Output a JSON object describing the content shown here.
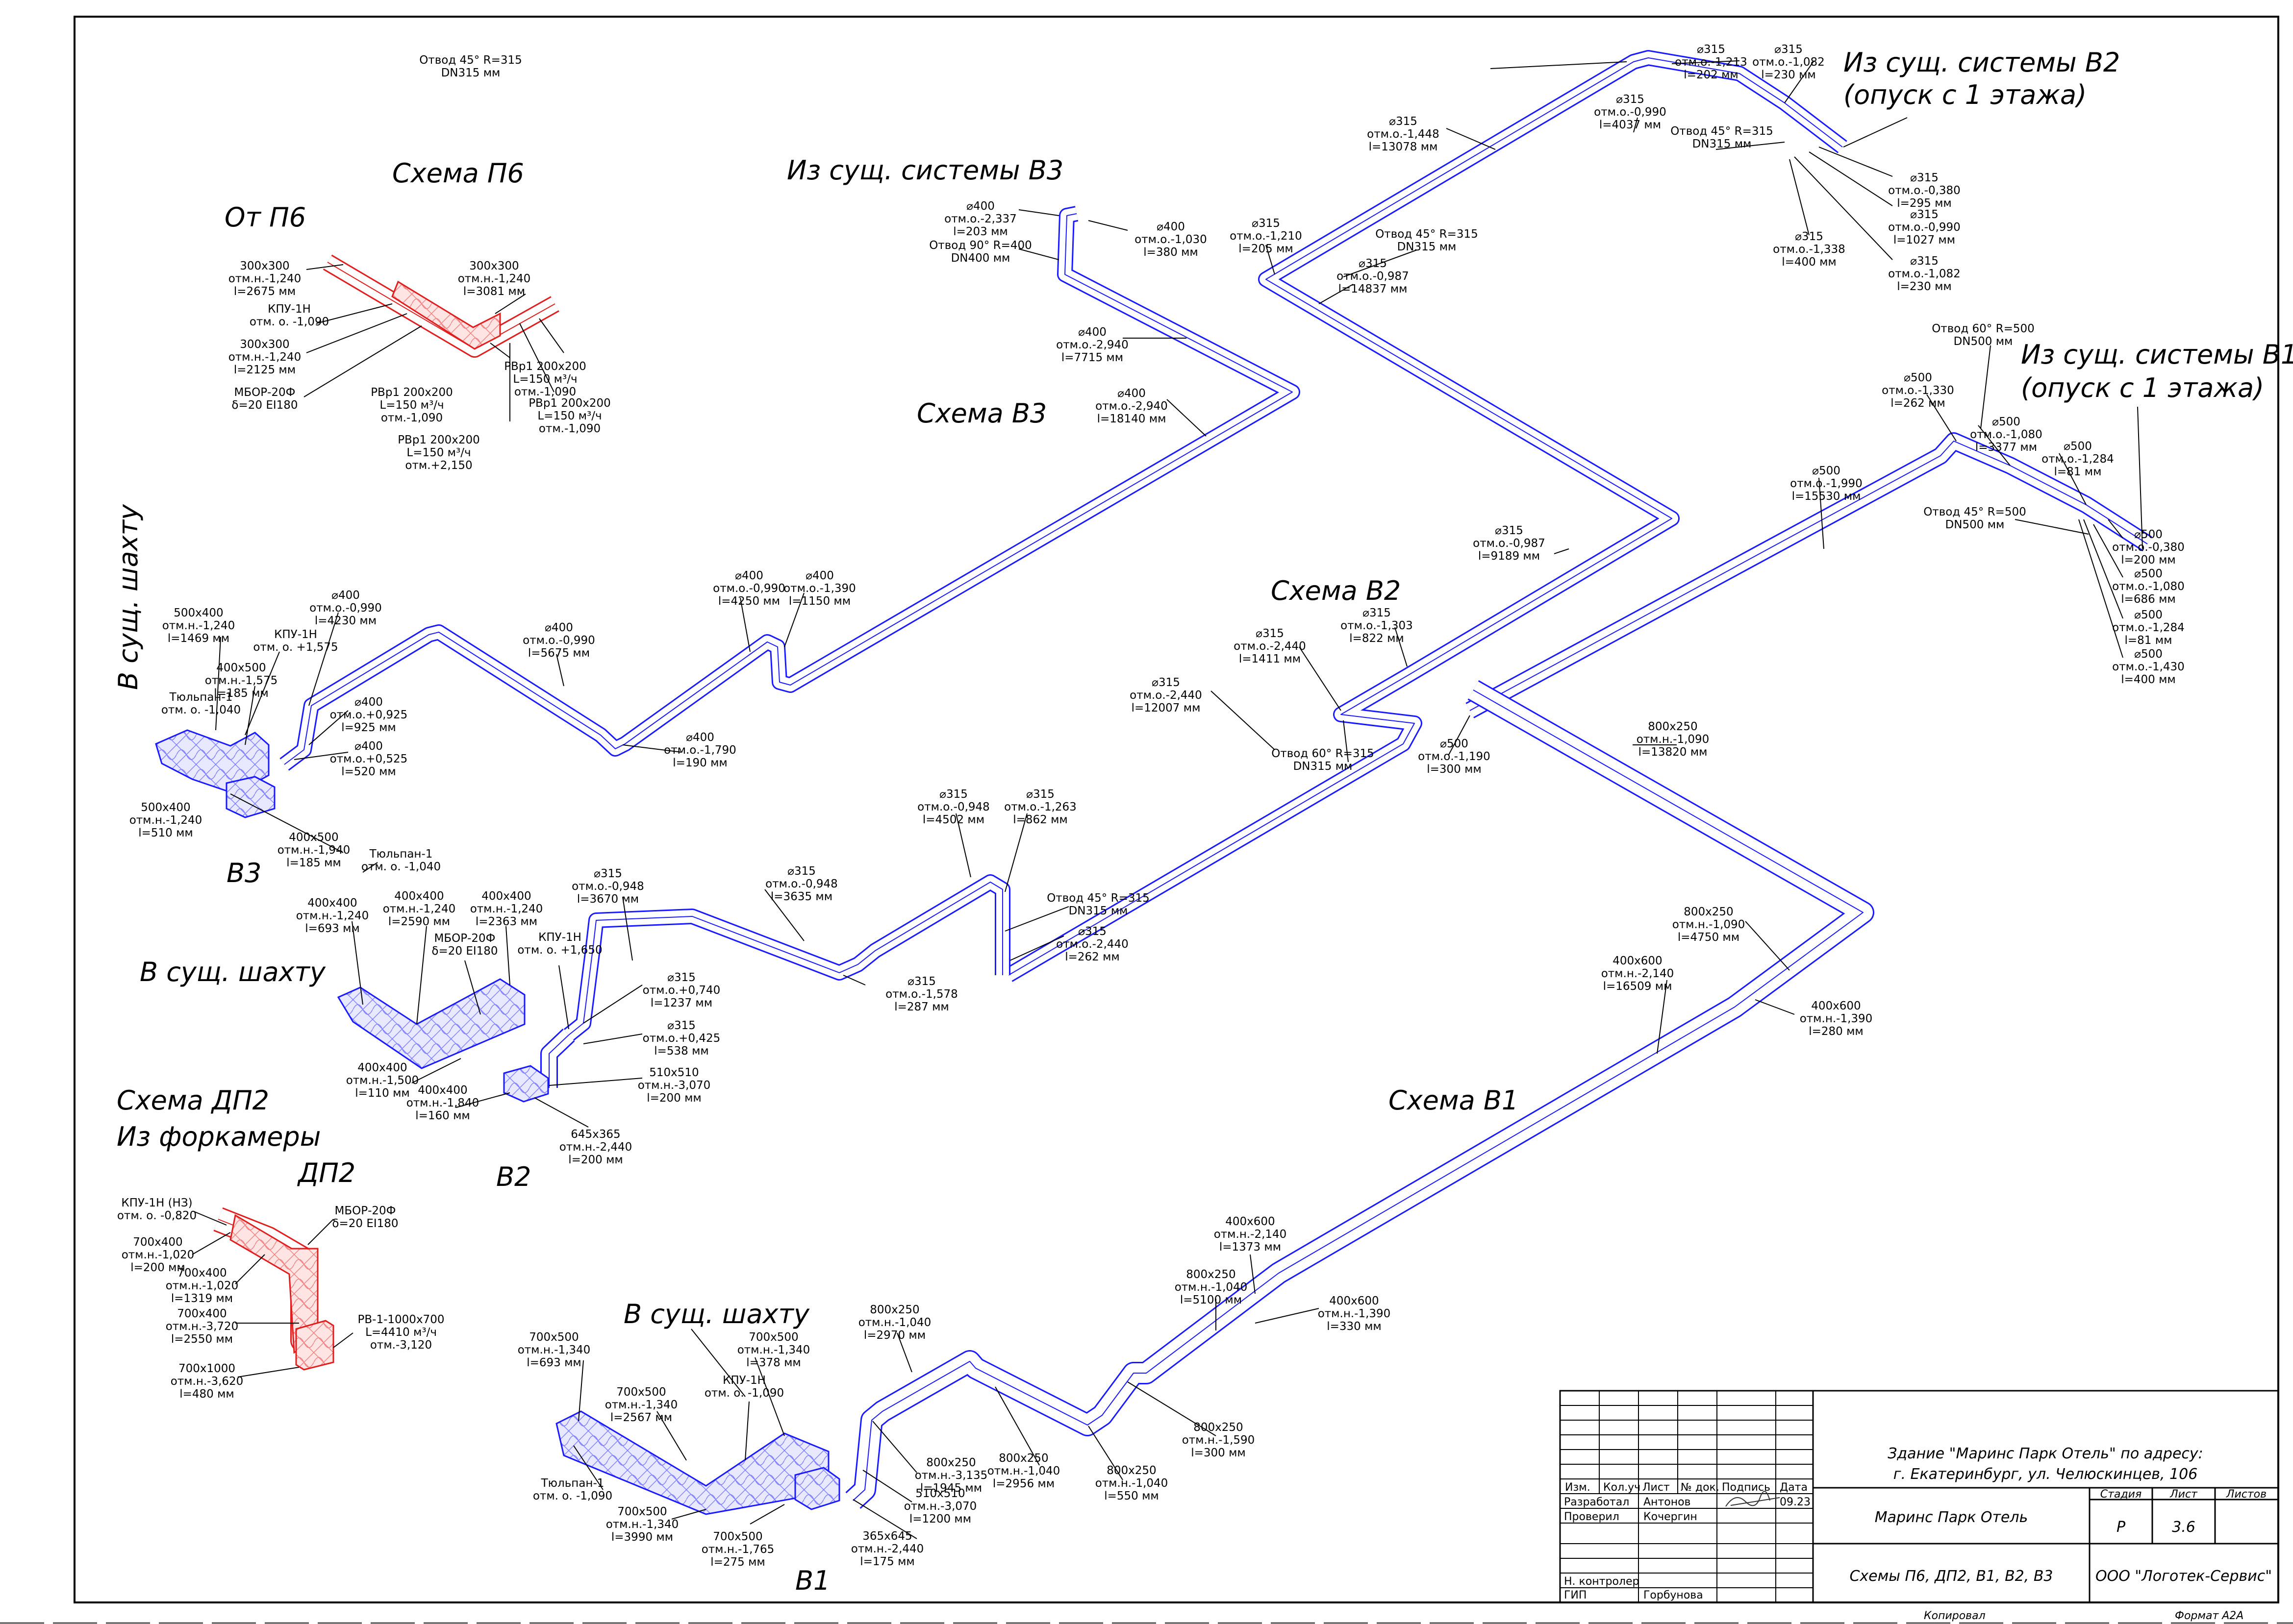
{
  "colors": {
    "duct": "#1a1aff",
    "supply": "#e01e1e",
    "ink": "#000000",
    "fill_blue": "#e8e8ff",
    "fill_red": "#ffe4e4"
  },
  "titles": {
    "p6": "Схема П6",
    "ot_p6": "От П6",
    "v3_from": "Из сущ. системы В3",
    "v3": "Схема В3",
    "v2_from_1": "Из сущ. системы В2",
    "v2_from_2": "(опуск с 1 этажа)",
    "v1_from_1": "Из сущ. системы В1",
    "v1_from_2": "(опуск с 1 этажа)",
    "v2": "Схема В2",
    "v1": "Схема В1",
    "dp2_1": "Схема ДП2",
    "dp2_2": "Из форкамеры",
    "dp2": "ДП2",
    "shaft_v3": "В сущ. шахту",
    "shaft_v2": "В сущ. шахту",
    "shaft_v1": "В сущ. шахту",
    "tag_v3": "В3",
    "tag_v2": "В2",
    "tag_v1": "В1"
  },
  "labels": [
    {
      "lines": [
        "Отвод 45° R=315",
        "DN315 мм"
      ]
    },
    {
      "lines": [
        "⌀315",
        "отм.о.-1,213",
        "l=202 мм"
      ]
    },
    {
      "lines": [
        "⌀315",
        "отм.о.-1,082",
        "l=230 мм"
      ]
    },
    {
      "lines": [
        "⌀315",
        "отм.о.-1,448",
        "l=13078 мм"
      ]
    },
    {
      "lines": [
        "⌀315",
        "отм.о.-0,990",
        "l=4037 мм"
      ]
    },
    {
      "lines": [
        "Отвод 45° R=315",
        "DN315 мм"
      ]
    },
    {
      "lines": [
        "⌀315",
        "отм.о.-0,380",
        "l=295 мм"
      ]
    },
    {
      "lines": [
        "⌀315",
        "отм.о.-0,990",
        "l=1027 мм"
      ]
    },
    {
      "lines": [
        "⌀315",
        "отм.о.-1,338",
        "l=400 мм"
      ]
    },
    {
      "lines": [
        "⌀315",
        "отм.о.-1,082",
        "l=230 мм"
      ]
    },
    {
      "lines": [
        "⌀315",
        "отм.о.-1,210",
        "l=205 мм"
      ]
    },
    {
      "lines": [
        "Отвод 45° R=315",
        "DN315 мм"
      ]
    },
    {
      "lines": [
        "⌀315",
        "отм.о.-0,987",
        "l=14837 мм"
      ]
    },
    {
      "lines": [
        "⌀400",
        "отм.о.-2,337",
        "l=203 мм"
      ]
    },
    {
      "lines": [
        "Отвод 90° R=400",
        "DN400 мм"
      ]
    },
    {
      "lines": [
        "⌀400",
        "отм.о.-1,030",
        "l=380 мм"
      ]
    },
    {
      "lines": [
        "⌀400",
        "отм.о.-2,940",
        "l=7715 мм"
      ]
    },
    {
      "lines": [
        "⌀400",
        "отм.о.-2,940",
        "l=18140 мм"
      ]
    },
    {
      "lines": [
        "Отвод 60° R=500",
        "DN500 мм"
      ]
    },
    {
      "lines": [
        "⌀500",
        "отм.о.-1,330",
        "l=262 мм"
      ]
    },
    {
      "lines": [
        "⌀500",
        "отм.о.-1,080",
        "l=3377 мм"
      ]
    },
    {
      "lines": [
        "⌀500",
        "отм.о.-1,284",
        "l=81 мм"
      ]
    },
    {
      "lines": [
        "⌀500",
        "отм.о.-1,990",
        "l=15530 мм"
      ]
    },
    {
      "lines": [
        "Отвод 45° R=500",
        "DN500 мм"
      ]
    },
    {
      "lines": [
        "⌀500",
        "отм.о.-0,380",
        "l=200 мм"
      ]
    },
    {
      "lines": [
        "⌀500",
        "отм.о.-1,080",
        "l=686 мм"
      ]
    },
    {
      "lines": [
        "⌀500",
        "отм.о.-1,284",
        "l=81 мм"
      ]
    },
    {
      "lines": [
        "⌀500",
        "отм.о.-1,430",
        "l=400 мм"
      ]
    },
    {
      "lines": [
        "300x300",
        "отм.н.-1,240",
        "l=2675 мм"
      ]
    },
    {
      "lines": [
        "КПУ-1Н",
        "отм. о. -1,090"
      ]
    },
    {
      "lines": [
        "300x300",
        "отм.н.-1,240",
        "l=2125 мм"
      ]
    },
    {
      "lines": [
        "МБОР-20Ф",
        "δ=20 EI180"
      ]
    },
    {
      "lines": [
        "300x300",
        "отм.н.-1,240",
        "l=3081 мм"
      ]
    },
    {
      "lines": [
        "РВр1 200x200",
        "L=150 м³/ч",
        "отм.-1,090"
      ]
    },
    {
      "lines": [
        "РВр1 200x200",
        "L=150 м³/ч",
        "отм.-1,090"
      ]
    },
    {
      "lines": [
        "РВр1 200x200",
        "L=150 м³/ч",
        "отм.-1,090"
      ]
    },
    {
      "lines": [
        "РВр1 200x200",
        "L=150 м³/ч",
        "отм.+2,150"
      ]
    },
    {
      "lines": [
        "⌀315",
        "отм.о.-0,987",
        "l=9189 мм"
      ]
    },
    {
      "lines": [
        "⌀315",
        "отм.о.-1,303",
        "l=822 мм"
      ]
    },
    {
      "lines": [
        "⌀315",
        "отм.о.-2,440",
        "l=1411 мм"
      ]
    },
    {
      "lines": [
        "⌀315",
        "отм.о.-2,440",
        "l=12007 мм"
      ]
    },
    {
      "lines": [
        "Отвод 60° R=315",
        "DN315 мм"
      ]
    },
    {
      "lines": [
        "⌀500",
        "отм.о.-1,190",
        "l=300 мм"
      ]
    },
    {
      "lines": [
        "800x250",
        "отм.н.-1,090",
        "l=13820 мм"
      ]
    },
    {
      "lines": [
        "500x400",
        "отм.н.-1,240",
        "l=1469 мм"
      ]
    },
    {
      "lines": [
        "КПУ-1Н",
        "отм. о. +1,575"
      ]
    },
    {
      "lines": [
        "400x500",
        "отм.н.-1,575",
        "l=185 мм"
      ]
    },
    {
      "lines": [
        "⌀400",
        "отм.о.-0,990",
        "l=4230 мм"
      ]
    },
    {
      "lines": [
        "⌀400",
        "отм.о.+0,925",
        "l=925 мм"
      ]
    },
    {
      "lines": [
        "⌀400",
        "отм.о.+0,525",
        "l=520 мм"
      ]
    },
    {
      "lines": [
        "Тюльпан-1",
        "отм. о. -1,040"
      ]
    },
    {
      "lines": [
        "500x400",
        "отм.н.-1,240",
        "l=510 мм"
      ]
    },
    {
      "lines": [
        "⌀400",
        "отм.о.-0,990",
        "l=5675 мм"
      ]
    },
    {
      "lines": [
        "⌀400",
        "отм.о.-0,990",
        "l=4250 мм"
      ]
    },
    {
      "lines": [
        "⌀400",
        "отм.о.-1,390",
        "l=1150 мм"
      ]
    },
    {
      "lines": [
        "⌀400",
        "отм.о.-1,790",
        "l=190 мм"
      ]
    },
    {
      "lines": [
        "400x500",
        "отм.н.-1,940",
        "l=185 мм"
      ]
    },
    {
      "lines": [
        "Тюльпан-1",
        "отм. о. -1,040"
      ]
    },
    {
      "lines": [
        "400x400",
        "отм.н.-1,240",
        "l=693 мм"
      ]
    },
    {
      "lines": [
        "400x400",
        "отм.н.-1,240",
        "l=2590 мм"
      ]
    },
    {
      "lines": [
        "400x400",
        "отм.н.-1,240",
        "l=2363 мм"
      ]
    },
    {
      "lines": [
        "МБОР-20Ф",
        "δ=20 EI180"
      ]
    },
    {
      "lines": [
        "КПУ-1Н",
        "отм. о. +1,650"
      ]
    },
    {
      "lines": [
        "⌀315",
        "отм.о.-0,948",
        "l=3670 мм"
      ]
    },
    {
      "lines": [
        "⌀315",
        "отм.о.-0,948",
        "l=3635 мм"
      ]
    },
    {
      "lines": [
        "⌀315",
        "отм.о.-0,948",
        "l=4502 мм"
      ]
    },
    {
      "lines": [
        "⌀315",
        "отм.о.-1,263",
        "l=862 мм"
      ]
    },
    {
      "lines": [
        "Отвод 45° R=315",
        "DN315 мм"
      ]
    },
    {
      "lines": [
        "⌀315",
        "отм.о.-2,440",
        "l=262 мм"
      ]
    },
    {
      "lines": [
        "⌀315",
        "отм.о.+0,740",
        "l=1237 мм"
      ]
    },
    {
      "lines": [
        "⌀315",
        "отм.о.+0,425",
        "l=538 мм"
      ]
    },
    {
      "lines": [
        "⌀315",
        "отм.о.-1,578",
        "l=287 мм"
      ]
    },
    {
      "lines": [
        "510x510",
        "отм.н.-3,070",
        "l=200 мм"
      ]
    },
    {
      "lines": [
        "400x400",
        "отм.н.-1,500",
        "l=110 мм"
      ]
    },
    {
      "lines": [
        "400x400",
        "отм.н.-1,840",
        "l=160 мм"
      ]
    },
    {
      "lines": [
        "645x365",
        "отм.н.-2,440",
        "l=200 мм"
      ]
    },
    {
      "lines": [
        "800x250",
        "отм.н.-1,090",
        "l=4750 мм"
      ]
    },
    {
      "lines": [
        "400x600",
        "отм.н.-2,140",
        "l=16509 мм"
      ]
    },
    {
      "lines": [
        "400x600",
        "отм.н.-1,390",
        "l=280 мм"
      ]
    },
    {
      "lines": [
        "КПУ-1Н (НЗ)",
        "отм. о. -0,820"
      ]
    },
    {
      "lines": [
        "700x400",
        "отм.н.-1,020",
        "l=200 мм"
      ]
    },
    {
      "lines": [
        "700x400",
        "отм.н.-1,020",
        "l=1319 мм"
      ]
    },
    {
      "lines": [
        "700x400",
        "отм.н.-3,720",
        "l=2550 мм"
      ]
    },
    {
      "lines": [
        "700x1000",
        "отм.н.-3,620",
        "l=480 мм"
      ]
    },
    {
      "lines": [
        "МБОР-20Ф",
        "δ=20 EI180"
      ]
    },
    {
      "lines": [
        "РВ-1-1000x700",
        "L=4410 м³/ч",
        "отм.-3,120"
      ]
    },
    {
      "lines": [
        "400x600",
        "отм.н.-2,140",
        "l=1373 мм"
      ]
    },
    {
      "lines": [
        "800x250",
        "отм.н.-1,040",
        "l=5100 мм"
      ]
    },
    {
      "lines": [
        "400x600",
        "отм.н.-1,390",
        "l=330 мм"
      ]
    },
    {
      "lines": [
        "800x250",
        "отм.н.-1,040",
        "l=2970 мм"
      ]
    },
    {
      "lines": [
        "700x500",
        "отм.н.-1,340",
        "l=693 мм"
      ]
    },
    {
      "lines": [
        "700x500",
        "отм.н.-1,340",
        "l=378 мм"
      ]
    },
    {
      "lines": [
        "КПУ-1Н",
        "отм. о. -1,090"
      ]
    },
    {
      "lines": [
        "700x500",
        "отм.н.-1,340",
        "l=2567 мм"
      ]
    },
    {
      "lines": [
        "Тюльпан-1",
        "отм. о. -1,090"
      ]
    },
    {
      "lines": [
        "700x500",
        "отм.н.-1,340",
        "l=3990 мм"
      ]
    },
    {
      "lines": [
        "700x500",
        "отм.н.-1,765",
        "l=275 мм"
      ]
    },
    {
      "lines": [
        "800x250",
        "отм.н.-3,135",
        "l=1945 мм"
      ]
    },
    {
      "lines": [
        "510x510",
        "отм.н.-3,070",
        "l=1200 мм"
      ]
    },
    {
      "lines": [
        "365x645",
        "отм.н.-2,440",
        "l=175 мм"
      ]
    },
    {
      "lines": [
        "800x250",
        "отм.н.-1,040",
        "l=2956 мм"
      ]
    },
    {
      "lines": [
        "800x250",
        "отм.н.-1,040",
        "l=550 мм"
      ]
    },
    {
      "lines": [
        "800x250",
        "отм.н.-1,590",
        "l=300 мм"
      ]
    }
  ],
  "title_block": {
    "headers": [
      "Изм.",
      "Кол.уч",
      "Лист",
      "№ док.",
      "Подпись",
      "Дата"
    ],
    "rows": [
      {
        "role": "Разработал",
        "name": "Антонов",
        "date": "09.23"
      },
      {
        "role": "Проверил",
        "name": "Кочергин",
        "date": ""
      },
      {
        "role": "Н. контролер",
        "name": "",
        "date": ""
      },
      {
        "role": "ГИП",
        "name": "Горбунова",
        "date": ""
      }
    ],
    "building_1": "Здание \"Маринс Парк Отель\" по адресу:",
    "building_2": "г. Екатеринбург, ул. Челюскинцев, 106",
    "object": "Маринс Парк Отель",
    "stage_h": "Стадия",
    "sheet_h": "Лист",
    "sheets_h": "Листов",
    "stage": "Р",
    "sheet": "3.6",
    "sheets": "",
    "drawing": "Схемы П6, ДП2, В1, В2, В3",
    "company": "ООО \"Логотек-Сервис\""
  },
  "footer": {
    "copied": "Копировал",
    "format": "Формат А2А"
  }
}
